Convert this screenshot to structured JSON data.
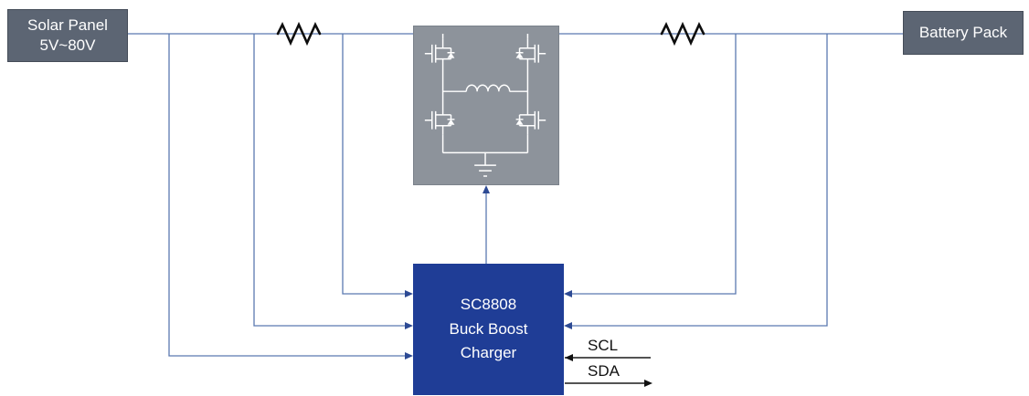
{
  "diagram": {
    "solar_panel": {
      "line1": "Solar Panel",
      "line2": "5V~80V"
    },
    "battery_pack": {
      "label": "Battery Pack"
    },
    "charger": {
      "line1": "SC8808",
      "line2": "Buck Boost",
      "line3": "Charger"
    },
    "i2c": {
      "scl_label": "SCL",
      "sda_label": "SDA"
    },
    "colors": {
      "node_gray": "#5c6573",
      "bridge_gray": "#8d939b",
      "chip_blue": "#1f3d96",
      "wire_blue": "#5b79b0",
      "arrow_blue": "#2d4a94"
    }
  }
}
